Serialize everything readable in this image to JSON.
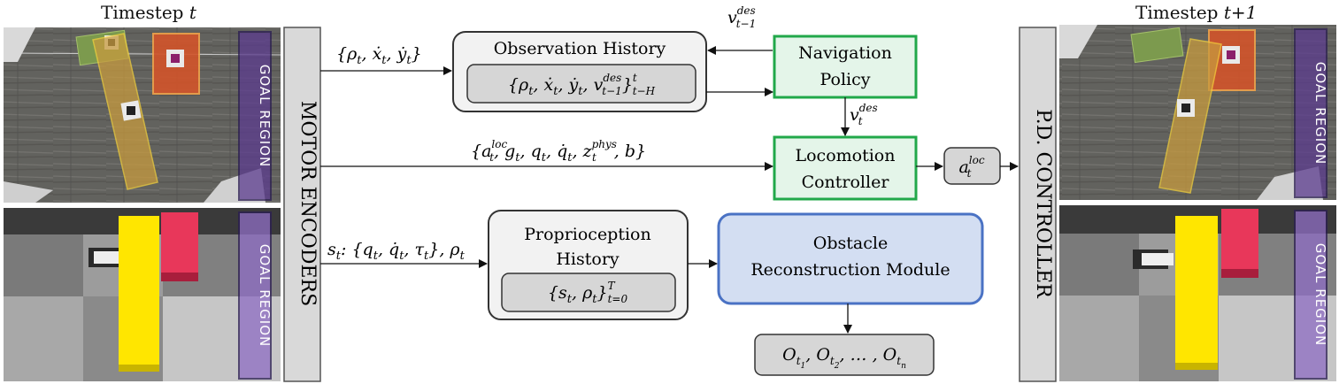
{
  "titles": {
    "left_prefix": "Timestep",
    "left_var": "t",
    "right_prefix": "Timestep",
    "right_var": "t+1"
  },
  "side_bars": {
    "motor_encoders": "MOTOR ENCODERS",
    "pd_controller": "P.D. CONTROLLER"
  },
  "goal_region": "GOAL REGION",
  "boxes": {
    "observation_history": "Observation History",
    "navigation_policy": [
      "Navigation",
      "Policy"
    ],
    "locomotion_controller": [
      "Locomotion",
      "Controller"
    ],
    "proprioception_history": [
      "Proprioception",
      "History"
    ],
    "obstacle_reconstruction": [
      "Obstacle",
      "Reconstruction Module"
    ]
  },
  "colors": {
    "policy_border": "#21a84a",
    "policy_fill": "#e4f5e9",
    "module_border": "#4a72c4",
    "module_fill": "#d3def2",
    "gray_box": "#f2f2f2",
    "inner_box": "#d6d6d6",
    "side_bar": "#d9d9d9",
    "goal_region": "#5c3c8f"
  }
}
